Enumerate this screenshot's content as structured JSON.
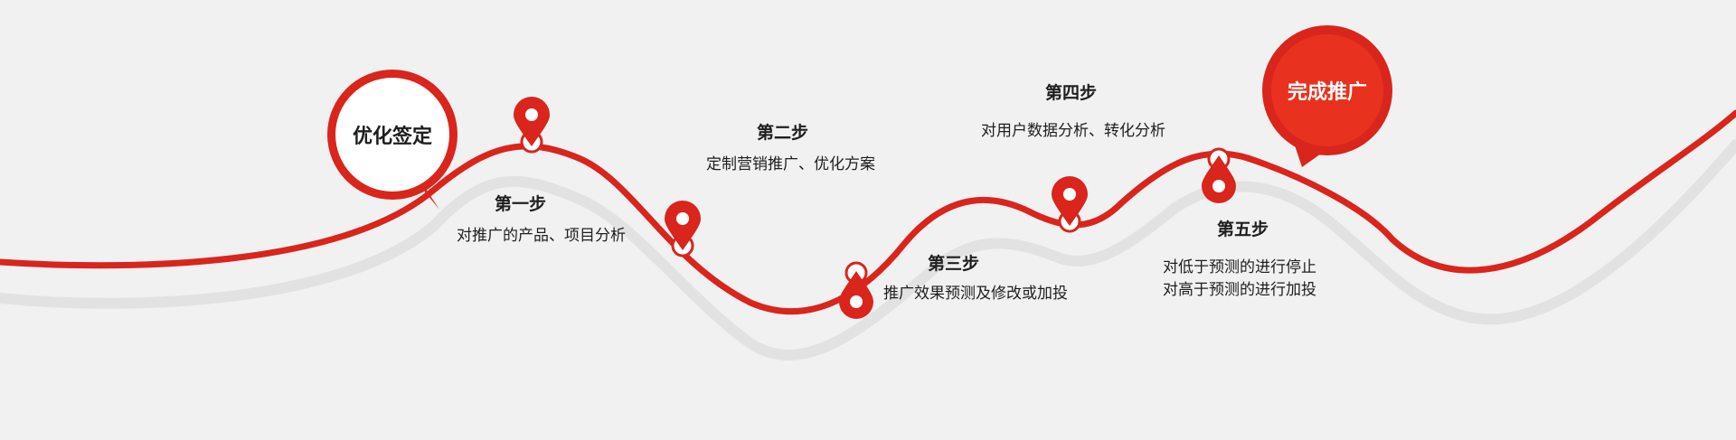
{
  "start": {
    "label": "优化签定"
  },
  "finish": {
    "label": "完成推广"
  },
  "steps": [
    {
      "title": "第一步",
      "desc": [
        "对推广的产品、项目分析"
      ]
    },
    {
      "title": "第二步",
      "desc": [
        "定制营销推广、优化方案"
      ]
    },
    {
      "title": "第三步",
      "desc": [
        "推广效果预测及修改或加投"
      ]
    },
    {
      "title": "第四步",
      "desc": [
        "对用户数据分析、转化分析"
      ]
    },
    {
      "title": "第五步",
      "desc": [
        "对低于预测的进行停止",
        "对高于预测的进行加投"
      ]
    }
  ],
  "colors": {
    "accent": "#d9251c",
    "accent_light": "#e8321f",
    "shadow_path": "#e2e2e2",
    "text": "#1e1e1e",
    "background": "#f1f1f1"
  },
  "icons": [
    "map-pin-icon"
  ]
}
